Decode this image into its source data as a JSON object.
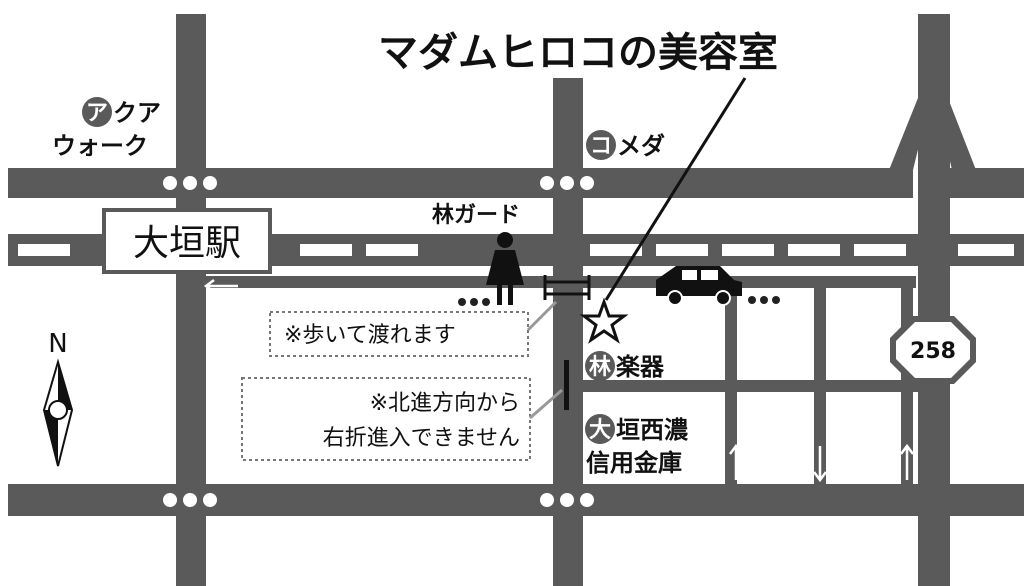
{
  "title": "マダムヒロコの美容室",
  "station": "大垣駅",
  "landmarks": {
    "aqua_walk": {
      "badge": "ア",
      "line1": "クア",
      "line2": "ウォーク"
    },
    "komeda": {
      "badge": "コ",
      "text": "メダ"
    },
    "hayashi_guard": "林ガード",
    "hayashi_gakki": {
      "badge": "林",
      "text": "楽器"
    },
    "ogaki_bank": {
      "badge": "大",
      "line1": "垣西濃",
      "line2": "信用金庫"
    }
  },
  "notes": {
    "walk": "※歩いて渡れます",
    "turn_line1": "※北進方向から",
    "turn_line2": "右折進入できません"
  },
  "route_number": "258",
  "compass": "N",
  "colors": {
    "road": "#5a5a5a",
    "bg": "#ffffff",
    "text": "#111111"
  }
}
